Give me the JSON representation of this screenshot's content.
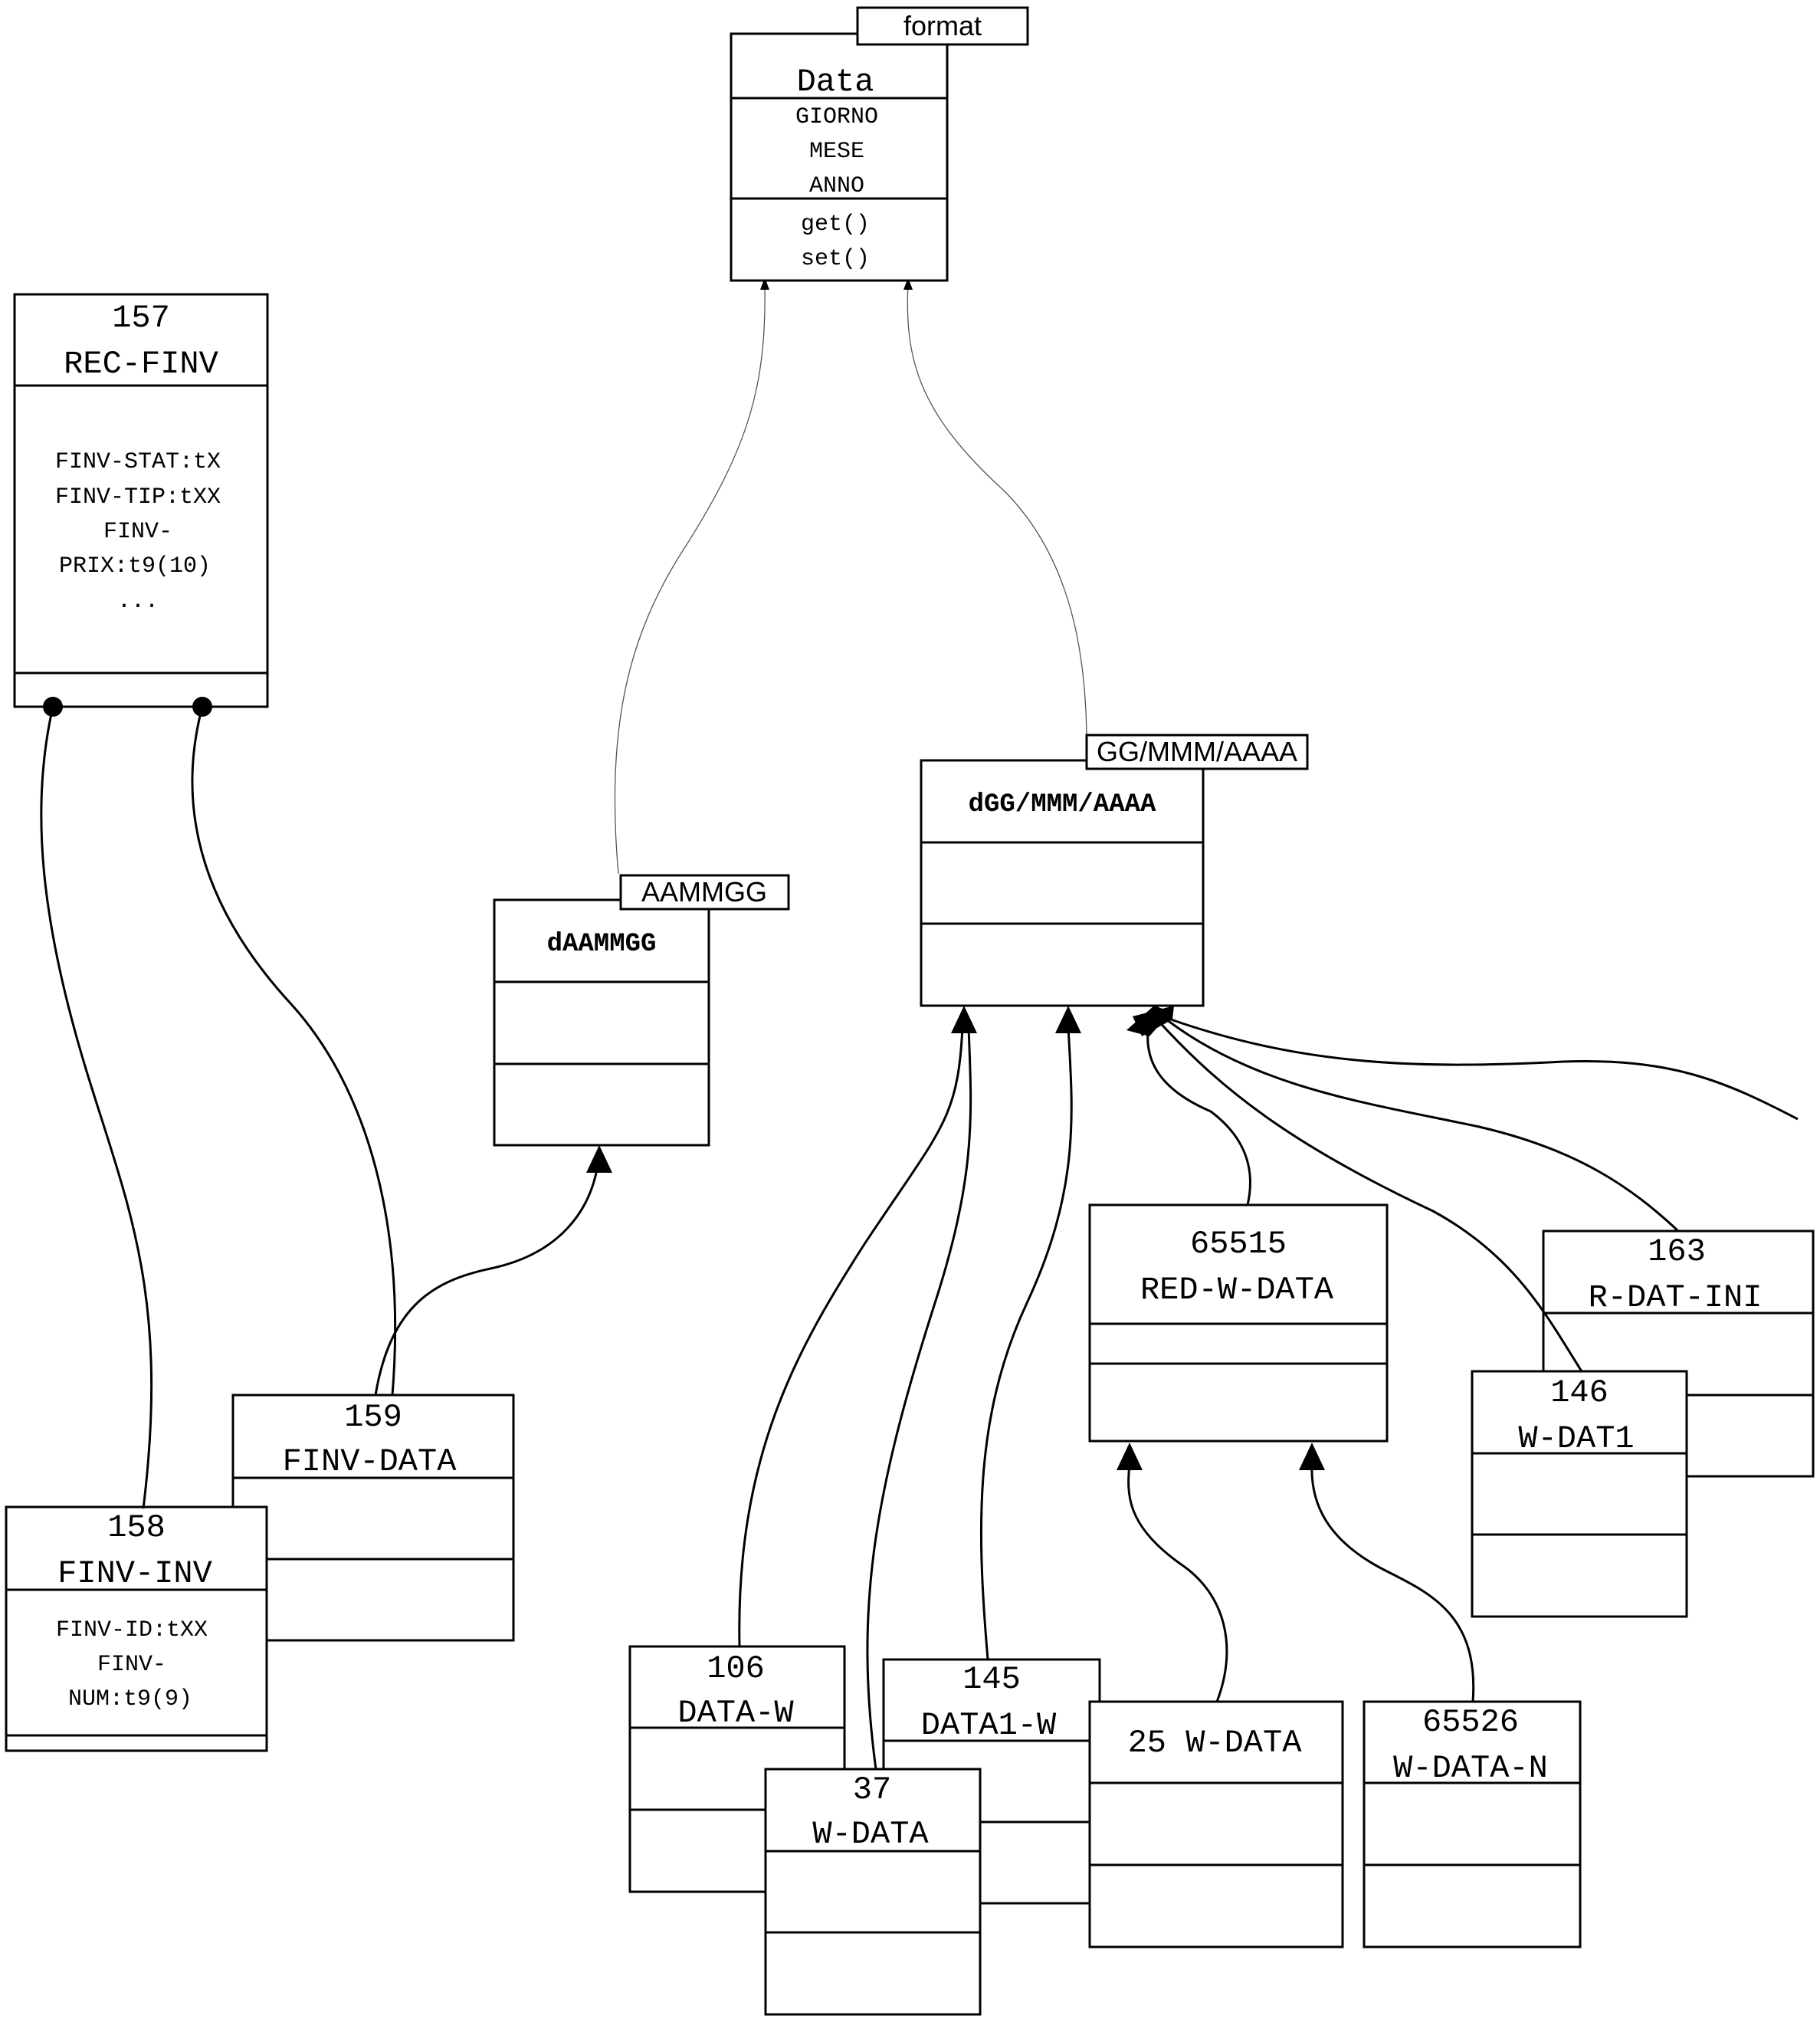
{
  "data_class": {
    "title": "Data",
    "attributes": [
      "GIORNO",
      "MESE",
      "ANNO"
    ],
    "methods": [
      "get()",
      "set()"
    ],
    "tag": "format"
  },
  "formats": {
    "aammgg": {
      "name": "dAAMMGG",
      "tag": "AAMMGG"
    },
    "ggmmmaaaa": {
      "name": "dGG/MMM/AAAA",
      "tag": "GG/MMM/AAAA"
    }
  },
  "records": {
    "rec_finv": {
      "id": "157",
      "name": "REC-FINV",
      "fields": [
        "FINV-STAT:tX",
        "FINV-TIP:tXX",
        "FINV-",
        "PRIX:t9(10)",
        "..."
      ]
    },
    "finv_data": {
      "id": "159",
      "name": "FINV-DATA"
    },
    "finv_inv": {
      "id": "158",
      "name": "FINV-INV",
      "fields": [
        "FINV-ID:tXX",
        "FINV-",
        "NUM:t9(9)"
      ]
    },
    "red_w_data": {
      "id": "65515",
      "name": "RED-W-DATA"
    },
    "r_dat_ini": {
      "id": "163",
      "name": "R-DAT-INI"
    },
    "w_dat1": {
      "id": "146",
      "name": "W-DAT1"
    },
    "data_w": {
      "id": "106",
      "name": "DATA-W"
    },
    "w_data_37": {
      "id": "37",
      "name": "W-DATA"
    },
    "data1_w": {
      "id": "145",
      "name": "DATA1-W"
    },
    "w_data_25": {
      "label": "25 W-DATA"
    },
    "w_data_n": {
      "id": "65526",
      "name": "W-DATA-N"
    }
  }
}
